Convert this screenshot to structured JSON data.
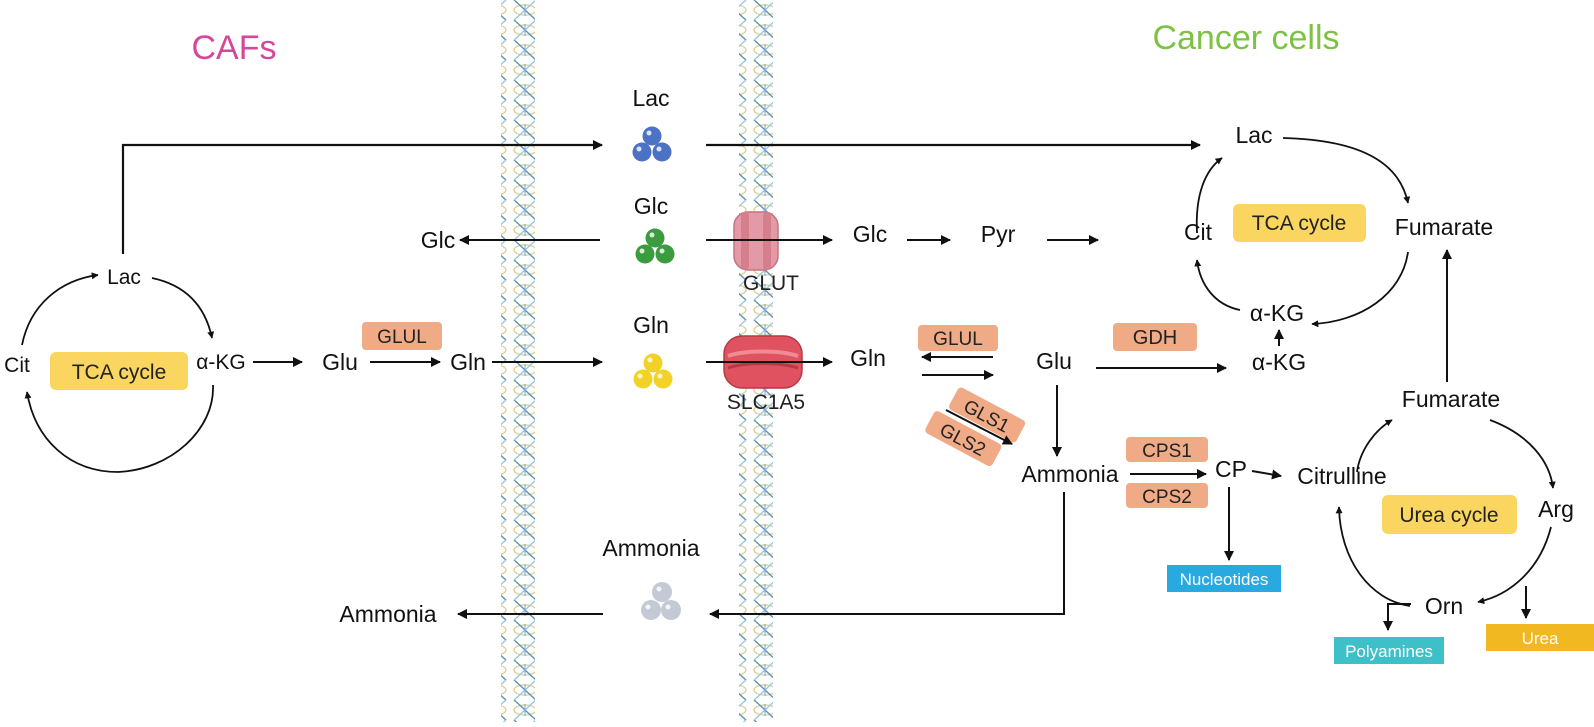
{
  "sections": {
    "left_title": "CAFs",
    "right_title": "Cancer cells"
  },
  "extracellular": {
    "lac": "Lac",
    "glc": "Glc",
    "gln": "Gln",
    "ammonia": "Ammonia"
  },
  "transporters": {
    "glut": "GLUT",
    "slc1a5": "SLC1A5"
  },
  "caf": {
    "lac": "Lac",
    "cit": "Cit",
    "akg": "α-KG",
    "tca_cycle": "TCA cycle",
    "glu": "Glu",
    "glul": "GLUL",
    "gln": "Gln",
    "glc": "Glc",
    "ammonia": "Ammonia"
  },
  "cancer": {
    "glc": "Glc",
    "pyr": "Pyr",
    "lac": "Lac",
    "cit": "Cit",
    "tca_cycle": "TCA cycle",
    "fumarate_top": "Fumarate",
    "akg_cycle": "α-KG",
    "gln": "Gln",
    "glul": "GLUL",
    "glu": "Glu",
    "gdh": "GDH",
    "akg": "α-KG",
    "gls1": "GLS1",
    "gls2": "GLS2",
    "ammonia": "Ammonia",
    "cps1": "CPS1",
    "cps2": "CPS2",
    "cp": "CP",
    "citrulline": "Citrulline",
    "nucleotides": "Nucleotides",
    "fumarate": "Fumarate",
    "urea_cycle": "Urea cycle",
    "arg": "Arg",
    "orn": "Orn",
    "polyamines": "Polyamines",
    "urea": "Urea"
  },
  "colors": {
    "caf_title": "#d6479b",
    "cancer_title": "#7dc242",
    "cycle_box": "#fad55f",
    "enzyme_box": "#f0aa86",
    "lac_molecule": "#4b72c4",
    "glc_molecule": "#3a9c3f",
    "gln_molecule": "#f2d226",
    "ammonia_molecule": "#c3cad6",
    "glut": "#e39aa6",
    "slc1a5": "#e05260",
    "nucleotides_box": "#28a9e0",
    "polyamines_box": "#3ec0c9",
    "urea_box": "#f2b822"
  }
}
